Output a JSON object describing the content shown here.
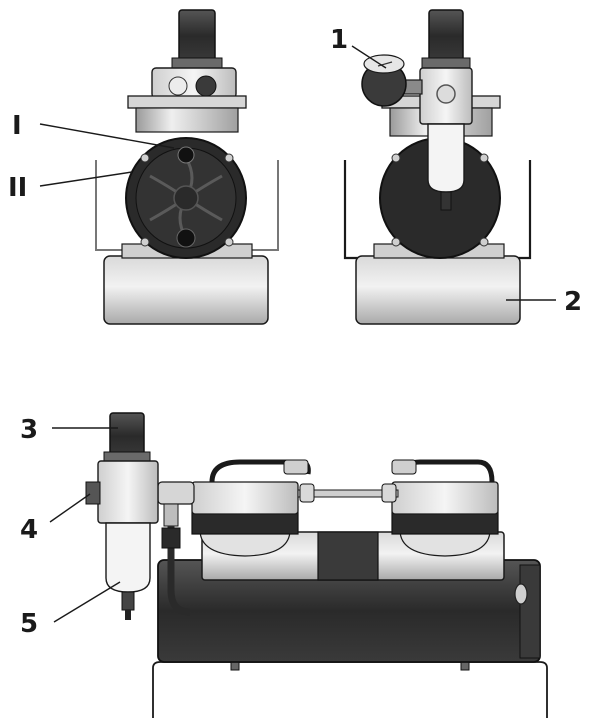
{
  "callouts": {
    "c1": "1",
    "c2": "2",
    "c3": "3",
    "c4": "4",
    "c5": "5",
    "cI": "I",
    "cII": "II"
  },
  "colors": {
    "outline": "#1a1a1a",
    "metal_light": "#e8e8e8",
    "metal_mid": "#bdbdbd",
    "metal_dark": "#8c8c8c",
    "black": "#222222",
    "bowl": "#f4f4f4"
  }
}
